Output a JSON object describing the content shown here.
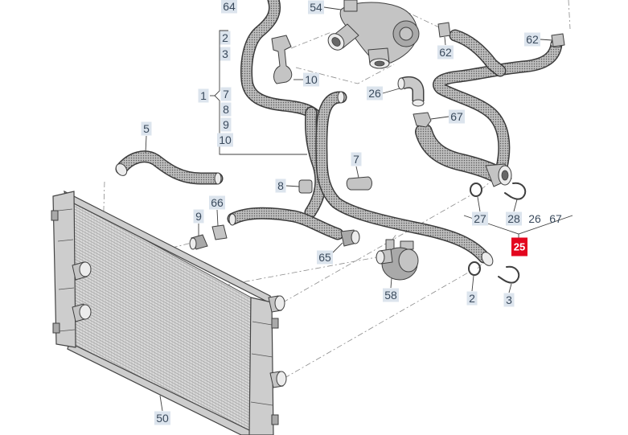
{
  "callouts": [
    "64",
    "54",
    "2",
    "3",
    "1",
    "7",
    "8",
    "9",
    "10",
    "10",
    "62",
    "62",
    "26",
    "67",
    "5",
    "7",
    "8",
    "9",
    "66",
    "65",
    "58",
    "27",
    "28",
    "26",
    "67",
    "2",
    "3",
    "50"
  ],
  "highlight_callout": "25",
  "colors": {
    "highlight": "#e3061e",
    "callout_bg": "#dce4ed",
    "callout_text": "#3a4a5c",
    "part_fill": "#c4c4c4",
    "outline": "#3f3f3f"
  }
}
